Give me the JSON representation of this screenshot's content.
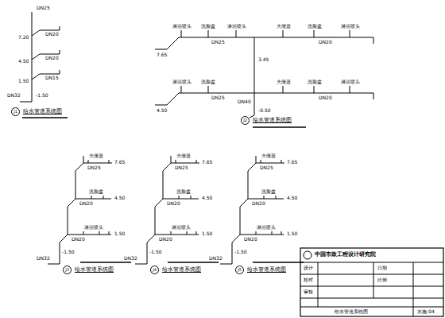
{
  "diagram": {
    "nodes": [
      {
        "text": [
          "J1"
        ]
      },
      {
        "text": [
          "J2"
        ]
      },
      {
        "text": [
          "J3"
        ]
      },
      {
        "text": [
          "J4"
        ]
      },
      {
        "text": [
          "J5"
        ]
      }
    ],
    "labels": [
      "DN25",
      "DN20",
      "7.20",
      "DN20",
      "4.50",
      "DN15",
      "1.50",
      "-1.50",
      "DN32",
      "给水管道系统图",
      "淋浴喷头",
      "洗脸盆",
      "淋浴喷头",
      "大便器",
      "洗脸盆",
      "淋浴喷头",
      "DN25",
      "DN20",
      "7.65",
      "3.45",
      "淋浴喷头",
      "洗脸盆",
      "大便器",
      "洗脸盆",
      "淋浴喷头",
      "DN25",
      "DN20",
      "4.50",
      "-0.50",
      "DN40",
      "给水管道系统图",
      "大便器",
      "DN25",
      "7.65",
      "洗脸盆",
      "DN20",
      "4.50",
      "淋浴喷头",
      "DN20",
      "1.50",
      "-1.50",
      "DN32",
      "给水管道系统图",
      "大便器",
      "DN25",
      "7.65",
      "洗脸盆",
      "DN20",
      "4.50",
      "淋浴喷头",
      "DN20",
      "1.50",
      "-1.50",
      "DN32",
      "给水管道系统图",
      "大便器",
      "DN25",
      "7.65",
      "洗脸盆",
      "DN20",
      "4.50",
      "淋浴喷头",
      "DN20",
      "1.50",
      "-1.50",
      "DN32",
      "给水管道系统图",
      "中国市政工程设计研究院",
      "设计",
      "校对",
      "审核",
      "日期",
      "比例",
      "给水管道系统图",
      "水施-04"
    ]
  }
}
